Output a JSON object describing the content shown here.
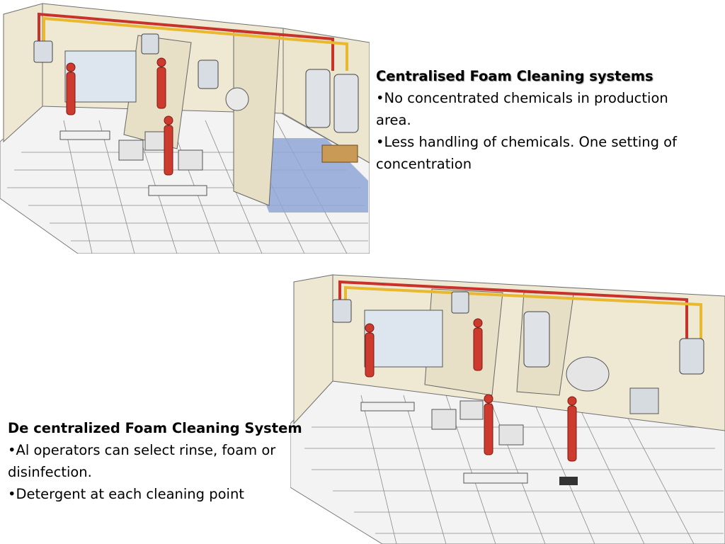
{
  "centralised": {
    "heading": "Centralised Foam Cleaning systems",
    "bullet_1_line_1": "•No concentrated chemicals in production",
    "bullet_1_line_2": "area.",
    "bullet_2_line_1": "•Less handling of chemicals. One setting of",
    "bullet_2_line_2": "concentration"
  },
  "decentralized": {
    "heading": "De centralized Foam Cleaning System",
    "bullet_1_line_1": "•Al operators can select rinse, foam or",
    "bullet_1_line_2": "disinfection.",
    "bullet_2": "•Detergent at each cleaning point"
  },
  "colors": {
    "pipe_red": "#c8322a",
    "pipe_yellow": "#e8b830",
    "floor_tile": "#f4f4f4",
    "floor_blue": "#8fa6d6",
    "wall": "#efe9d4",
    "operator": "#cc3b2e"
  }
}
